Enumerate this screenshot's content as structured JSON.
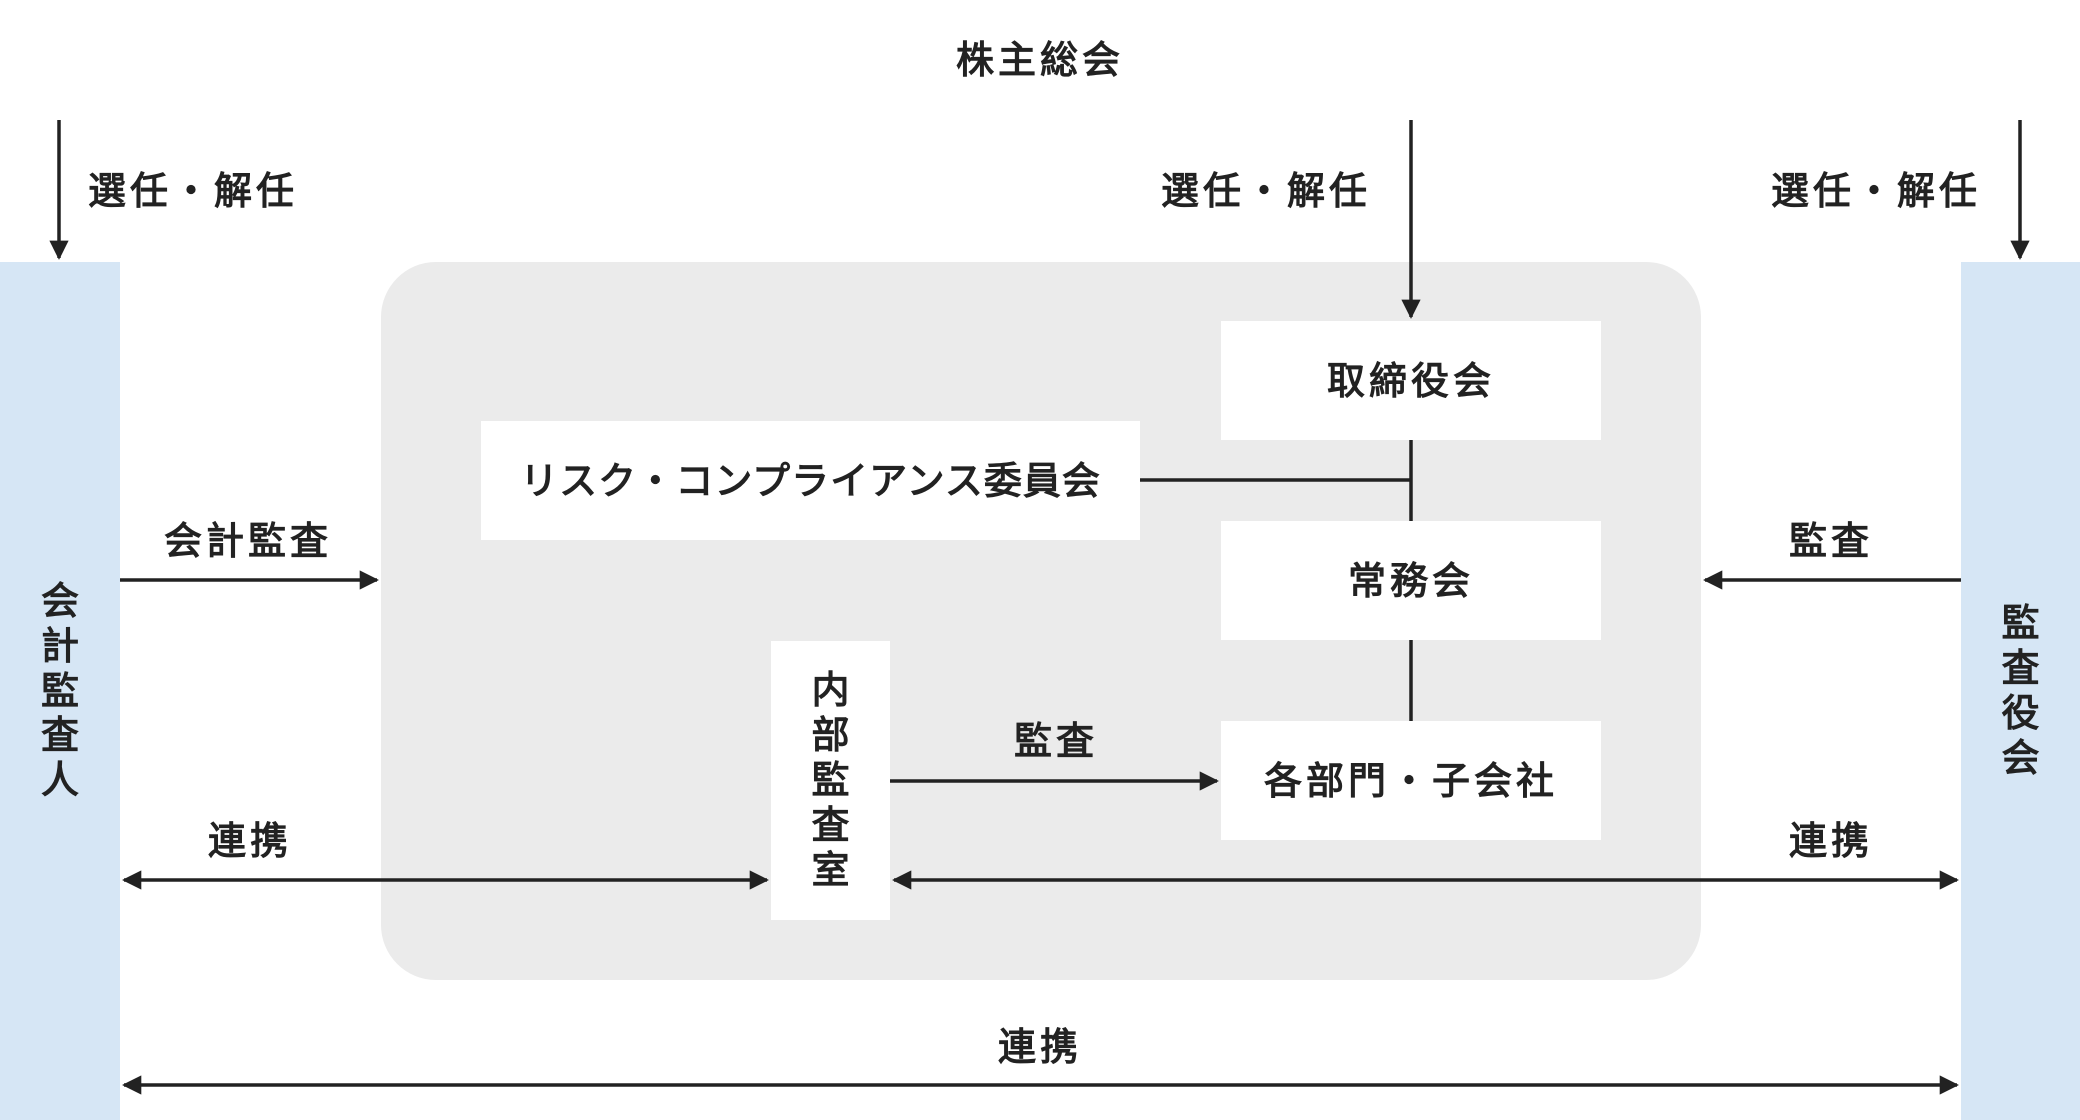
{
  "shareholders": {
    "label": "株主総会"
  },
  "accounting_auditor": {
    "label": "会計監査人"
  },
  "audit_board": {
    "label": "監査役会"
  },
  "board": {
    "label": "取締役会"
  },
  "compliance": {
    "label": "リスク・コンプライアンス委員会"
  },
  "executive": {
    "label": "常務会"
  },
  "divisions": {
    "label": "各部門・子会社"
  },
  "internal_audit": {
    "label": "内部監査室"
  },
  "edges": {
    "appoint_left": "選任・解任",
    "appoint_center": "選任・解任",
    "appoint_right": "選任・解任",
    "accounting_audit": "会計監査",
    "audit_right": "監査",
    "audit_internal": "監査",
    "link_left": "連携",
    "link_right": "連携",
    "link_bottom": "連携"
  },
  "colors": {
    "light_blue": "#d6e6f5",
    "group_gray": "#ebebeb",
    "line": "#222222"
  }
}
